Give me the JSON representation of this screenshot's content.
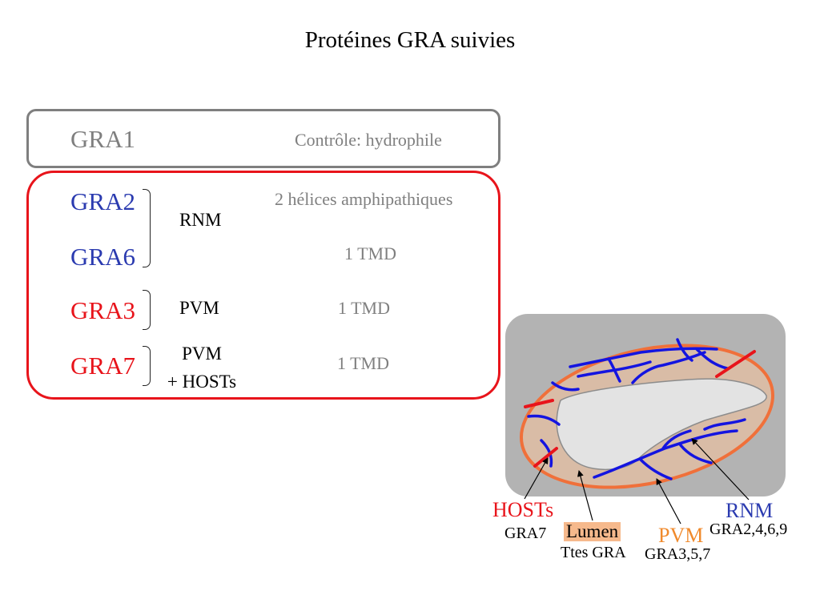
{
  "title": "Protéines GRA suivies",
  "control": {
    "name": "GRA1",
    "note": "Contrôle: hydrophile"
  },
  "proteins": [
    {
      "name": "GRA2",
      "color": "#2b3bb0",
      "note": "2 hélices amphipathiques"
    },
    {
      "name": "GRA6",
      "color": "#2b3bb0",
      "note": "1 TMD"
    },
    {
      "name": "GRA3",
      "color": "#e8141b",
      "note": "1 TMD"
    },
    {
      "name": "GRA7",
      "color": "#e8141b",
      "note": "1 TMD"
    }
  ],
  "localizations": {
    "gra2_gra6": "RNM",
    "gra3": "PVM",
    "gra7_line1": "PVM",
    "gra7_line2": "+ HOSTs"
  },
  "diagram": {
    "hosts": {
      "label": "HOSTs",
      "sub": "GRA7",
      "color": "#e8141b"
    },
    "lumen": {
      "label": "Lumen",
      "sub": "Ttes GRA",
      "color": "#f6b98c"
    },
    "pvm": {
      "label": "PVM",
      "sub": "GRA3,5,7",
      "color": "#f08a2c"
    },
    "rnm": {
      "label": "RNM",
      "sub": "GRA2,4,6,9",
      "color": "#2b3bb0"
    },
    "colors": {
      "host_background": "#b3b3b3",
      "vacuole_fill": "#d9bca6",
      "vacuole_membrane": "#f0703a",
      "parasite_fill": "#e3e3e3",
      "network": "#1414e0",
      "hosts_segments": "#e8141b"
    }
  }
}
